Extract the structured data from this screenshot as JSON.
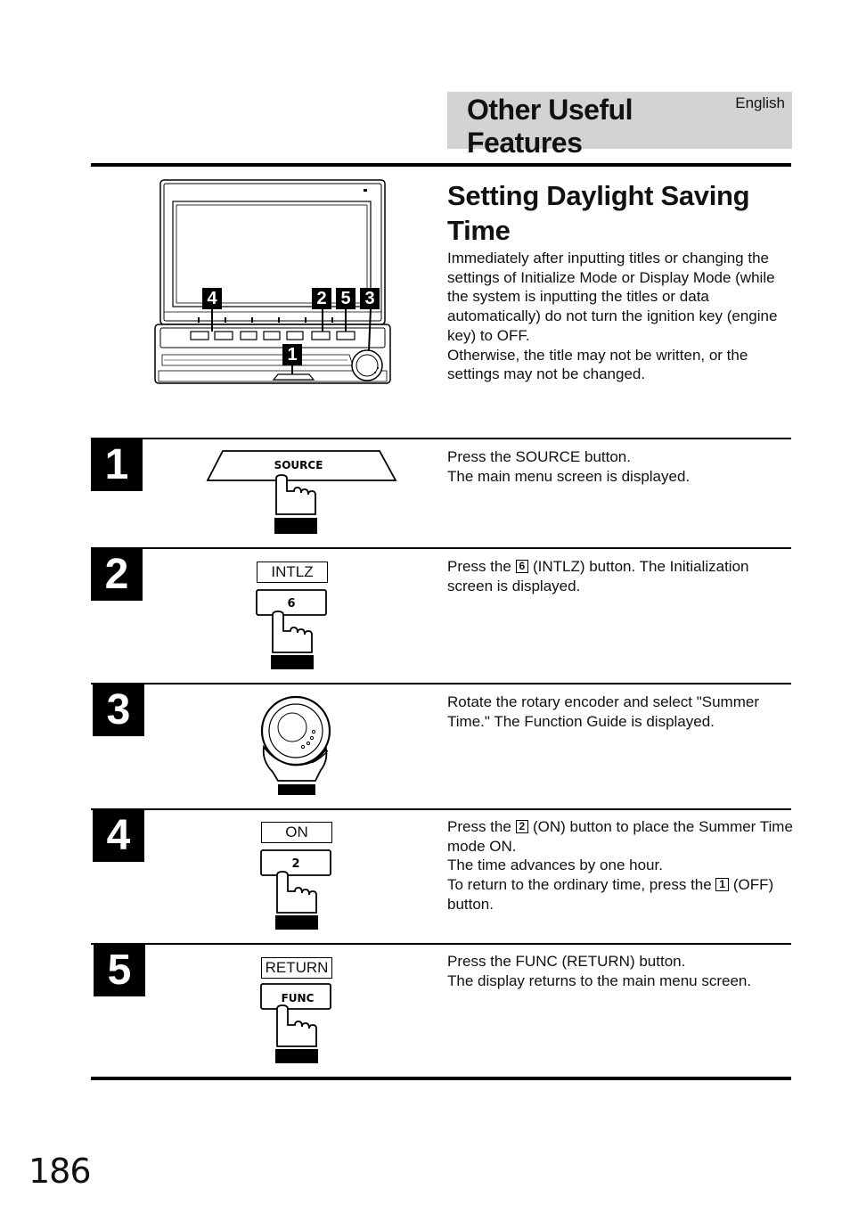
{
  "header": {
    "title": "Other Useful Features",
    "language": "English"
  },
  "section": {
    "title": "Setting Daylight Saving Time",
    "intro_p1": "Immediately after inputting titles or changing the settings of Initialize Mode or Display Mode (while the system is inputting the titles or data automatically) do not turn the ignition key (engine key) to OFF.",
    "intro_p2": "Otherwise, the title may not be written, or the settings may not be changed."
  },
  "device_callouts": [
    "4",
    "2",
    "5",
    "3",
    "1"
  ],
  "steps": [
    {
      "number": "1",
      "button_face": "SOURCE",
      "lines": [
        "Press the SOURCE button.",
        "The main menu screen is displayed."
      ]
    },
    {
      "number": "2",
      "label": "INTLZ",
      "button_face": "6",
      "text_a": "Press the ",
      "key": "6",
      "text_b": " (INTLZ) button. The Initialization screen is displayed."
    },
    {
      "number": "3",
      "lines": [
        "Rotate the rotary encoder and select \"Summer Time.\" The Function Guide is displayed."
      ]
    },
    {
      "number": "4",
      "label": "ON",
      "button_face": "2",
      "text_a": "Press the ",
      "key": "2",
      "text_b": " (ON) button to place the Summer Time mode ON.",
      "line2": "The time advances by one hour.",
      "line3_a": "To return to the ordinary time, press the ",
      "line3_key": "1",
      "line3_b": " (OFF) button."
    },
    {
      "number": "5",
      "label": "RETURN",
      "button_face": "FUNC",
      "lines": [
        "Press the FUNC (RETURN) button.",
        "The display returns to the main menu screen."
      ]
    }
  ],
  "page_number": "186"
}
